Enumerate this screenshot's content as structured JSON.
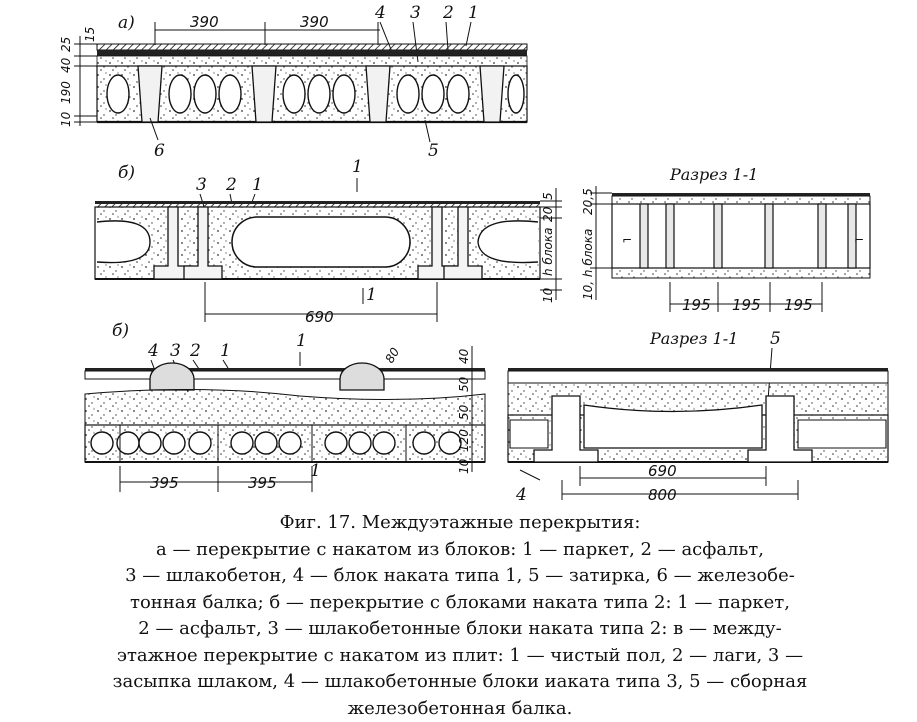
{
  "diagram_a": {
    "label": "а)",
    "dims_top": [
      "390",
      "390"
    ],
    "dims_left": [
      "25",
      "15",
      "40",
      "190",
      "10"
    ],
    "callouts_top": [
      "4",
      "3",
      "2",
      "1"
    ],
    "callouts_bottom": [
      "6",
      "5"
    ]
  },
  "diagram_b": {
    "label": "б)",
    "callouts_top": [
      "3",
      "2",
      "1"
    ],
    "section_mark": "1",
    "dims_right": [
      "5",
      "20",
      "h блока",
      "10"
    ],
    "dim_bottom": "690",
    "section_title": "Разрез 1-1",
    "section_dims_left": [
      "20,5",
      "10, h блока"
    ],
    "section_dims_bottom": [
      "195",
      "195",
      "195"
    ]
  },
  "diagram_c": {
    "label": "б)",
    "callouts_top": [
      "4",
      "3",
      "2",
      "1"
    ],
    "section_mark": "1",
    "dims_right": [
      "80",
      "40",
      "50",
      "50",
      "120",
      "10"
    ],
    "dims_bottom": [
      "395",
      "395"
    ],
    "section_title": "Разрез 1-1",
    "section_callout": "5",
    "section_label_4": "4",
    "section_dims_bottom": [
      "690",
      "800"
    ]
  },
  "caption": {
    "lines": [
      "Фиг. 17. Междуэтажные перекрытия:",
      "а — перекрытие с накатом из блоков: 1 — паркет, 2 — асфальт,",
      "3 — шлакобетон, 4 — блок наката типа 1, 5 — затирка, 6 — железобе-",
      "тонная балка; б — перекрытие с блоками наката типа 2: 1 — паркет,",
      "2 — асфальт, 3 — шлакобетонные блоки наката типа 2: в — между-",
      "этажное перекрытие с накатом из плит: 1 — чистый пол, 2 — лаги, 3 —",
      "засыпка шлаком, 4 — шлакобетонные блоки иаката типа 3, 5 — сборная",
      "железобетонная балка."
    ]
  }
}
